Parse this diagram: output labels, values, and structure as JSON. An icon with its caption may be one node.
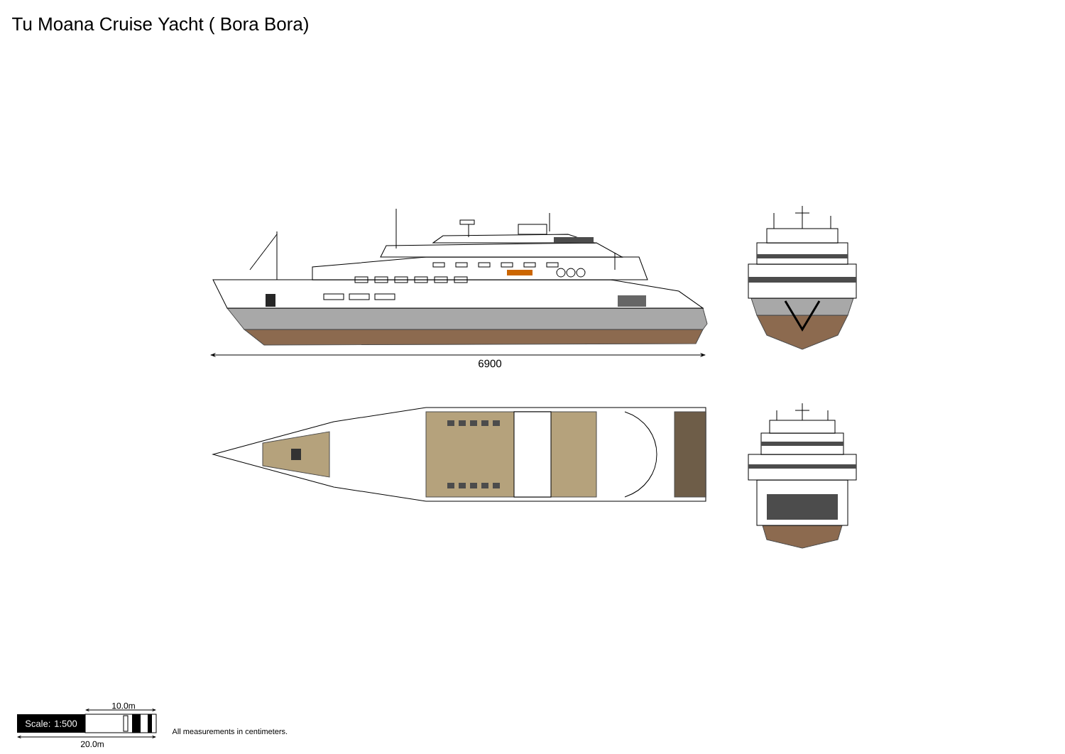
{
  "diagram": {
    "title": "Tu Moana Cruise Yacht ( Bora Bora)",
    "labels": [
      "6900",
      "10.0m",
      "Scale: 1:500",
      "20.0m",
      "All measurements in centimeters."
    ]
  }
}
